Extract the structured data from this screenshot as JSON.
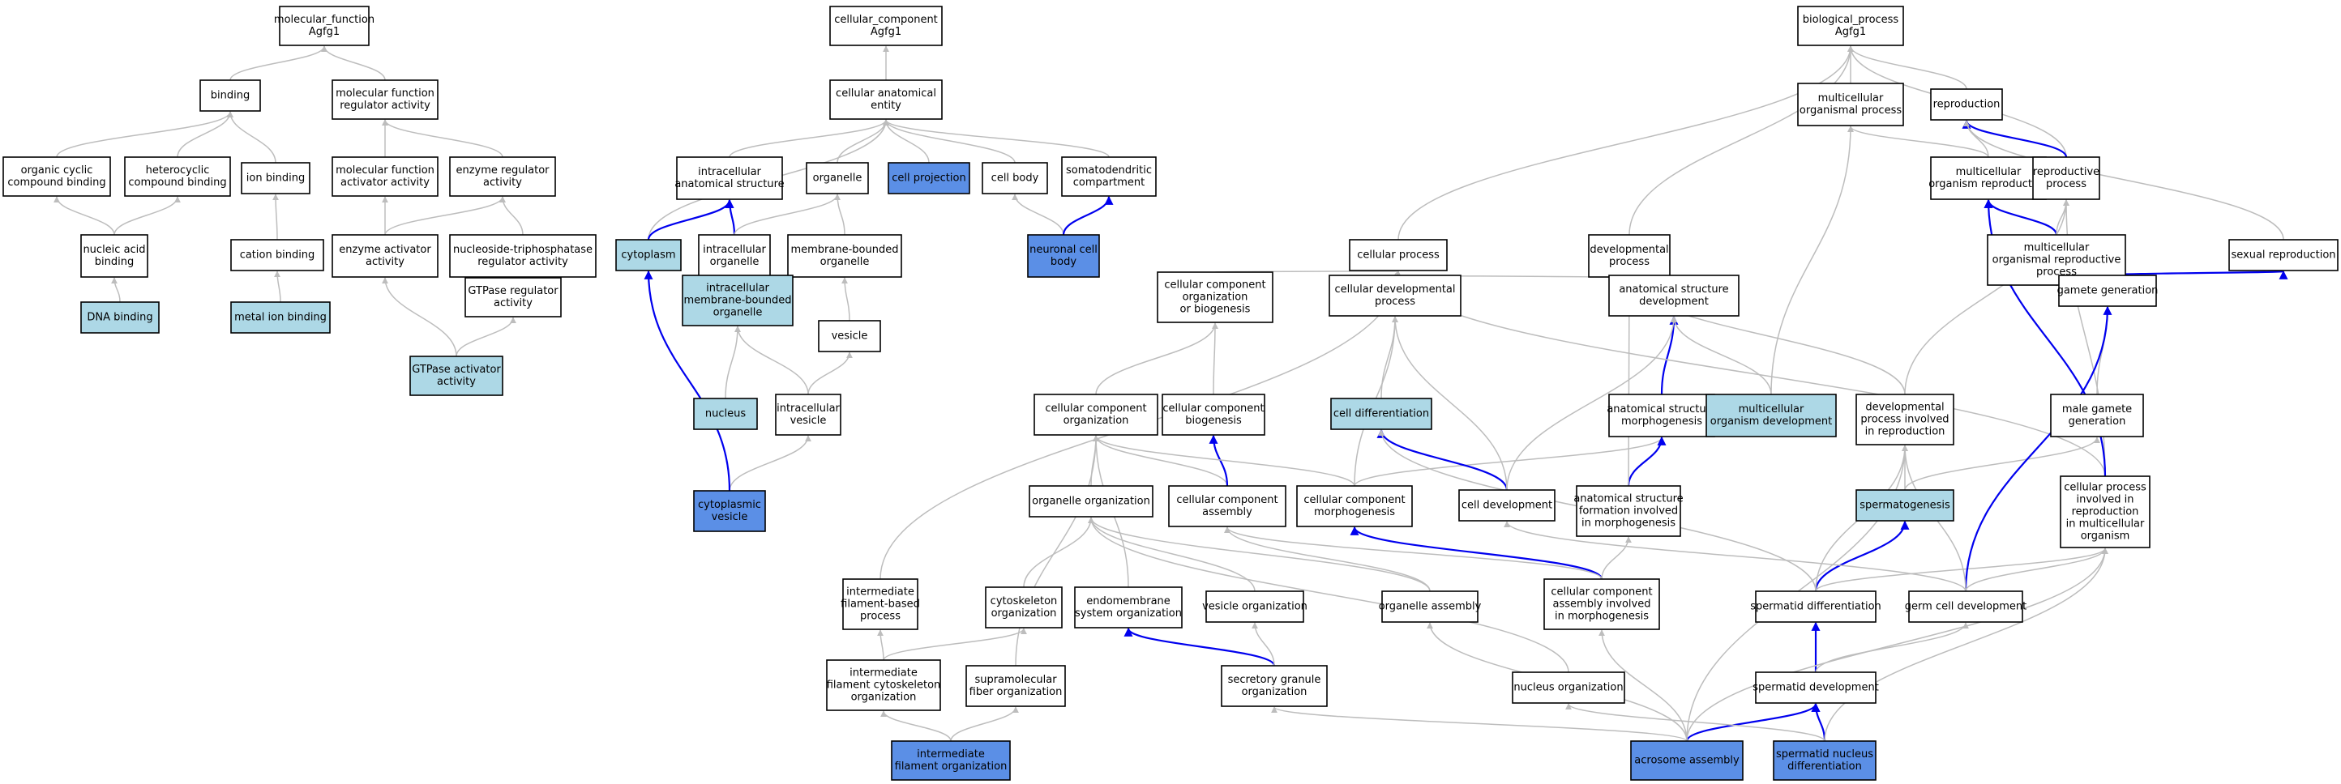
{
  "colors": {
    "plain": "#ffffff",
    "light": "#add8e6",
    "dark": "#5b8fe6",
    "gray_edge": "#bdbdbd",
    "blue_edge": "#0000ee"
  },
  "nodes": [
    {
      "id": "mf",
      "label": [
        "molecular_function",
        "Agfg1"
      ],
      "fill": "plain"
    },
    {
      "id": "binding",
      "label": [
        "binding"
      ],
      "fill": "plain"
    },
    {
      "id": "mfra",
      "label": [
        "molecular function",
        "regulator activity"
      ],
      "fill": "plain"
    },
    {
      "id": "ocb",
      "label": [
        "organic cyclic",
        "compound binding"
      ],
      "fill": "plain"
    },
    {
      "id": "hcb",
      "label": [
        "heterocyclic",
        "compound binding"
      ],
      "fill": "plain"
    },
    {
      "id": "ionb",
      "label": [
        "ion binding"
      ],
      "fill": "plain"
    },
    {
      "id": "mfaa",
      "label": [
        "molecular function",
        "activator activity"
      ],
      "fill": "plain"
    },
    {
      "id": "era",
      "label": [
        "enzyme regulator",
        "activity"
      ],
      "fill": "plain"
    },
    {
      "id": "nab",
      "label": [
        "nucleic acid",
        "binding"
      ],
      "fill": "plain"
    },
    {
      "id": "catb",
      "label": [
        "cation binding"
      ],
      "fill": "plain"
    },
    {
      "id": "eaa",
      "label": [
        "enzyme activator",
        "activity"
      ],
      "fill": "plain"
    },
    {
      "id": "ntpra",
      "label": [
        "nucleoside-triphosphatase",
        "regulator activity"
      ],
      "fill": "plain"
    },
    {
      "id": "dnab",
      "label": [
        "DNA binding"
      ],
      "fill": "light"
    },
    {
      "id": "mib",
      "label": [
        "metal ion binding"
      ],
      "fill": "light"
    },
    {
      "id": "gtpra",
      "label": [
        "GTPase regulator",
        "activity"
      ],
      "fill": "plain"
    },
    {
      "id": "gtpaa",
      "label": [
        "GTPase activator",
        "activity"
      ],
      "fill": "light"
    },
    {
      "id": "cc",
      "label": [
        "cellular_component",
        "Agfg1"
      ],
      "fill": "plain"
    },
    {
      "id": "cae",
      "label": [
        "cellular anatomical",
        "entity"
      ],
      "fill": "plain"
    },
    {
      "id": "ias",
      "label": [
        "intracellular",
        "anatomical structure"
      ],
      "fill": "plain"
    },
    {
      "id": "organelle",
      "label": [
        "organelle"
      ],
      "fill": "plain"
    },
    {
      "id": "cproj",
      "label": [
        "cell projection"
      ],
      "fill": "dark"
    },
    {
      "id": "cbody",
      "label": [
        "cell body"
      ],
      "fill": "plain"
    },
    {
      "id": "sdc",
      "label": [
        "somatodendritic",
        "compartment"
      ],
      "fill": "plain"
    },
    {
      "id": "cyto",
      "label": [
        "cytoplasm"
      ],
      "fill": "light"
    },
    {
      "id": "io",
      "label": [
        "intracellular",
        "organelle"
      ],
      "fill": "plain"
    },
    {
      "id": "mbo",
      "label": [
        "membrane-bounded",
        "organelle"
      ],
      "fill": "plain"
    },
    {
      "id": "ncb",
      "label": [
        "neuronal cell",
        "body"
      ],
      "fill": "dark"
    },
    {
      "id": "imbo",
      "label": [
        "intracellular",
        "membrane-bounded",
        "organelle"
      ],
      "fill": "light"
    },
    {
      "id": "vesicle",
      "label": [
        "vesicle"
      ],
      "fill": "plain"
    },
    {
      "id": "nucleus",
      "label": [
        "nucleus"
      ],
      "fill": "light"
    },
    {
      "id": "ivesicle",
      "label": [
        "intracellular",
        "vesicle"
      ],
      "fill": "plain"
    },
    {
      "id": "cytov",
      "label": [
        "cytoplasmic",
        "vesicle"
      ],
      "fill": "dark"
    },
    {
      "id": "bp",
      "label": [
        "biological_process",
        "Agfg1"
      ],
      "fill": "plain"
    },
    {
      "id": "mop",
      "label": [
        "multicellular",
        "organismal process"
      ],
      "fill": "plain"
    },
    {
      "id": "repro",
      "label": [
        "reproduction"
      ],
      "fill": "plain"
    },
    {
      "id": "mor",
      "label": [
        "multicellular",
        "organism reproduction"
      ],
      "fill": "plain"
    },
    {
      "id": "rp",
      "label": [
        "reproductive",
        "process"
      ],
      "fill": "plain"
    },
    {
      "id": "cp",
      "label": [
        "cellular process"
      ],
      "fill": "plain"
    },
    {
      "id": "dp",
      "label": [
        "developmental",
        "process"
      ],
      "fill": "plain"
    },
    {
      "id": "morp",
      "label": [
        "multicellular",
        "organismal reproductive",
        "process"
      ],
      "fill": "plain"
    },
    {
      "id": "sexr",
      "label": [
        "sexual reproduction"
      ],
      "fill": "plain"
    },
    {
      "id": "ccob",
      "label": [
        "cellular component",
        "organization",
        "or biogenesis"
      ],
      "fill": "plain"
    },
    {
      "id": "cdp",
      "label": [
        "cellular developmental",
        "process"
      ],
      "fill": "plain"
    },
    {
      "id": "asd",
      "label": [
        "anatomical structure",
        "development"
      ],
      "fill": "plain"
    },
    {
      "id": "gg",
      "label": [
        "gamete generation"
      ],
      "fill": "plain"
    },
    {
      "id": "cco",
      "label": [
        "cellular component",
        "organization"
      ],
      "fill": "plain"
    },
    {
      "id": "ccb",
      "label": [
        "cellular component",
        "biogenesis"
      ],
      "fill": "plain"
    },
    {
      "id": "celldiff",
      "label": [
        "cell differentiation"
      ],
      "fill": "light"
    },
    {
      "id": "asm",
      "label": [
        "anatomical structure",
        "morphogenesis"
      ],
      "fill": "plain"
    },
    {
      "id": "mod",
      "label": [
        "multicellular",
        "organism development"
      ],
      "fill": "light"
    },
    {
      "id": "dpir",
      "label": [
        "developmental",
        "process involved",
        "in reproduction"
      ],
      "fill": "plain"
    },
    {
      "id": "mgg",
      "label": [
        "male gamete",
        "generation"
      ],
      "fill": "plain"
    },
    {
      "id": "orgo",
      "label": [
        "organelle organization"
      ],
      "fill": "plain"
    },
    {
      "id": "cca",
      "label": [
        "cellular component",
        "assembly"
      ],
      "fill": "plain"
    },
    {
      "id": "ccm",
      "label": [
        "cellular component",
        "morphogenesis"
      ],
      "fill": "plain"
    },
    {
      "id": "celldev",
      "label": [
        "cell development"
      ],
      "fill": "plain"
    },
    {
      "id": "asfm",
      "label": [
        "anatomical structure",
        "formation involved",
        "in morphogenesis"
      ],
      "fill": "plain"
    },
    {
      "id": "spermato",
      "label": [
        "spermatogenesis"
      ],
      "fill": "light"
    },
    {
      "id": "cpimo",
      "label": [
        "cellular process",
        "involved in",
        "reproduction",
        "in multicellular",
        "organism"
      ],
      "fill": "plain"
    },
    {
      "id": "ifbp",
      "label": [
        "intermediate",
        "filament-based",
        "process"
      ],
      "fill": "plain"
    },
    {
      "id": "cso",
      "label": [
        "cytoskeleton",
        "organization"
      ],
      "fill": "plain"
    },
    {
      "id": "emso",
      "label": [
        "endomembrane",
        "system organization"
      ],
      "fill": "plain"
    },
    {
      "id": "vo",
      "label": [
        "vesicle organization"
      ],
      "fill": "plain"
    },
    {
      "id": "oa",
      "label": [
        "organelle assembly"
      ],
      "fill": "plain"
    },
    {
      "id": "ccaim",
      "label": [
        "cellular component",
        "assembly involved",
        "in morphogenesis"
      ],
      "fill": "plain"
    },
    {
      "id": "sdiff",
      "label": [
        "spermatid differentiation"
      ],
      "fill": "plain"
    },
    {
      "id": "gcd",
      "label": [
        "germ cell development"
      ],
      "fill": "plain"
    },
    {
      "id": "ifco",
      "label": [
        "intermediate",
        "filament cytoskeleton",
        "organization"
      ],
      "fill": "plain"
    },
    {
      "id": "sfo",
      "label": [
        "supramolecular",
        "fiber organization"
      ],
      "fill": "plain"
    },
    {
      "id": "sgo",
      "label": [
        "secretory granule",
        "organization"
      ],
      "fill": "plain"
    },
    {
      "id": "no",
      "label": [
        "nucleus organization"
      ],
      "fill": "plain"
    },
    {
      "id": "sdev",
      "label": [
        "spermatid development"
      ],
      "fill": "plain"
    },
    {
      "id": "ifo",
      "label": [
        "intermediate",
        "filament organization"
      ],
      "fill": "dark"
    },
    {
      "id": "aa",
      "label": [
        "acrosome assembly"
      ],
      "fill": "dark"
    },
    {
      "id": "snd",
      "label": [
        "spermatid nucleus",
        "differentiation"
      ],
      "fill": "dark"
    }
  ],
  "edges": [
    [
      "binding",
      "mf",
      "gray"
    ],
    [
      "mfra",
      "mf",
      "gray"
    ],
    [
      "ocb",
      "binding",
      "gray"
    ],
    [
      "hcb",
      "binding",
      "gray"
    ],
    [
      "ionb",
      "binding",
      "gray"
    ],
    [
      "nab",
      "ocb",
      "gray"
    ],
    [
      "nab",
      "hcb",
      "gray"
    ],
    [
      "catb",
      "ionb",
      "gray"
    ],
    [
      "mfaa",
      "mfra",
      "gray"
    ],
    [
      "era",
      "mfra",
      "gray"
    ],
    [
      "eaa",
      "mfaa",
      "gray"
    ],
    [
      "eaa",
      "era",
      "gray"
    ],
    [
      "ntpra",
      "era",
      "gray"
    ],
    [
      "dnab",
      "nab",
      "gray"
    ],
    [
      "mib",
      "catb",
      "gray"
    ],
    [
      "gtpra",
      "ntpra",
      "gray"
    ],
    [
      "gtpaa",
      "eaa",
      "gray"
    ],
    [
      "gtpaa",
      "gtpra",
      "gray"
    ],
    [
      "cae",
      "cc",
      "gray"
    ],
    [
      "ias",
      "cae",
      "gray"
    ],
    [
      "organelle",
      "cae",
      "gray"
    ],
    [
      "cproj",
      "cae",
      "gray"
    ],
    [
      "cbody",
      "cae",
      "gray"
    ],
    [
      "sdc",
      "cae",
      "gray"
    ],
    [
      "cyto",
      "cae",
      "gray"
    ],
    [
      "cyto",
      "ias",
      "blue"
    ],
    [
      "io",
      "ias",
      "blue"
    ],
    [
      "io",
      "organelle",
      "gray"
    ],
    [
      "mbo",
      "organelle",
      "gray"
    ],
    [
      "ncb",
      "cbody",
      "gray"
    ],
    [
      "ncb",
      "sdc",
      "blue"
    ],
    [
      "imbo",
      "io",
      "gray"
    ],
    [
      "imbo",
      "mbo",
      "gray"
    ],
    [
      "vesicle",
      "mbo",
      "gray"
    ],
    [
      "nucleus",
      "imbo",
      "gray"
    ],
    [
      "ivesicle",
      "imbo",
      "gray"
    ],
    [
      "ivesicle",
      "vesicle",
      "gray"
    ],
    [
      "cytov",
      "ivesicle",
      "gray"
    ],
    [
      "cytov",
      "cyto",
      "blue"
    ],
    [
      "mop",
      "bp",
      "gray"
    ],
    [
      "repro",
      "bp",
      "gray"
    ],
    [
      "rp",
      "bp",
      "gray"
    ],
    [
      "cp",
      "bp",
      "gray"
    ],
    [
      "dp",
      "bp",
      "gray"
    ],
    [
      "mor",
      "mop",
      "gray"
    ],
    [
      "mor",
      "repro",
      "gray"
    ],
    [
      "rp",
      "repro",
      "blue"
    ],
    [
      "mor",
      "rp",
      "gray"
    ],
    [
      "morp",
      "mor",
      "blue"
    ],
    [
      "morp",
      "rp",
      "gray"
    ],
    [
      "sexr",
      "repro",
      "gray"
    ],
    [
      "ccob",
      "cp",
      "gray"
    ],
    [
      "cdp",
      "cp",
      "gray"
    ],
    [
      "cdp",
      "dp",
      "gray"
    ],
    [
      "asd",
      "dp",
      "gray"
    ],
    [
      "gg",
      "morp",
      "gray"
    ],
    [
      "gg",
      "sexr",
      "blue"
    ],
    [
      "cco",
      "ccob",
      "gray"
    ],
    [
      "ccb",
      "ccob",
      "gray"
    ],
    [
      "celldiff",
      "cdp",
      "gray"
    ],
    [
      "asm",
      "asd",
      "blue"
    ],
    [
      "mod",
      "asd",
      "gray"
    ],
    [
      "mod",
      "mop",
      "gray"
    ],
    [
      "dpir",
      "rp",
      "gray"
    ],
    [
      "dpir",
      "dp",
      "gray"
    ],
    [
      "mgg",
      "gg",
      "gray"
    ],
    [
      "orgo",
      "cco",
      "gray"
    ],
    [
      "cca",
      "cco",
      "gray"
    ],
    [
      "cca",
      "ccb",
      "blue"
    ],
    [
      "ccm",
      "cco",
      "gray"
    ],
    [
      "ccm",
      "asm",
      "gray"
    ],
    [
      "ccm",
      "cdp",
      "gray"
    ],
    [
      "celldev",
      "celldiff",
      "blue"
    ],
    [
      "celldev",
      "asd",
      "gray"
    ],
    [
      "celldev",
      "cdp",
      "gray"
    ],
    [
      "asfm",
      "asm",
      "blue"
    ],
    [
      "asfm",
      "dp",
      "gray"
    ],
    [
      "spermato",
      "dpir",
      "gray"
    ],
    [
      "spermato",
      "mgg",
      "gray"
    ],
    [
      "cpimo",
      "cp",
      "gray"
    ],
    [
      "cpimo",
      "rp",
      "gray"
    ],
    [
      "cpimo",
      "mor",
      "blue"
    ],
    [
      "ifbp",
      "cp",
      "gray"
    ],
    [
      "cso",
      "orgo",
      "gray"
    ],
    [
      "emso",
      "cco",
      "gray"
    ],
    [
      "vo",
      "orgo",
      "gray"
    ],
    [
      "oa",
      "orgo",
      "gray"
    ],
    [
      "oa",
      "cca",
      "gray"
    ],
    [
      "ccaim",
      "ccm",
      "blue"
    ],
    [
      "ccaim",
      "asfm",
      "gray"
    ],
    [
      "ccaim",
      "cca",
      "gray"
    ],
    [
      "sdiff",
      "spermato",
      "blue"
    ],
    [
      "sdiff",
      "cpimo",
      "gray"
    ],
    [
      "sdiff",
      "dpir",
      "gray"
    ],
    [
      "sdiff",
      "celldiff",
      "gray"
    ],
    [
      "gcd",
      "gg",
      "blue"
    ],
    [
      "gcd",
      "cpimo",
      "gray"
    ],
    [
      "gcd",
      "dpir",
      "gray"
    ],
    [
      "gcd",
      "celldev",
      "gray"
    ],
    [
      "ifco",
      "ifbp",
      "gray"
    ],
    [
      "ifco",
      "cso",
      "gray"
    ],
    [
      "sfo",
      "cco",
      "gray"
    ],
    [
      "sgo",
      "emso",
      "blue"
    ],
    [
      "sgo",
      "vo",
      "gray"
    ],
    [
      "no",
      "orgo",
      "gray"
    ],
    [
      "sdev",
      "sdiff",
      "blue"
    ],
    [
      "sdev",
      "gcd",
      "gray"
    ],
    [
      "ifo",
      "ifco",
      "gray"
    ],
    [
      "ifo",
      "sfo",
      "gray"
    ],
    [
      "aa",
      "sdev",
      "blue"
    ],
    [
      "aa",
      "oa",
      "gray"
    ],
    [
      "aa",
      "sgo",
      "gray"
    ],
    [
      "aa",
      "ccaim",
      "gray"
    ],
    [
      "aa",
      "dpir",
      "gray"
    ],
    [
      "aa",
      "cpimo",
      "gray"
    ],
    [
      "snd",
      "sdev",
      "blue"
    ],
    [
      "snd",
      "no",
      "gray"
    ],
    [
      "snd",
      "cpimo",
      "gray"
    ]
  ]
}
